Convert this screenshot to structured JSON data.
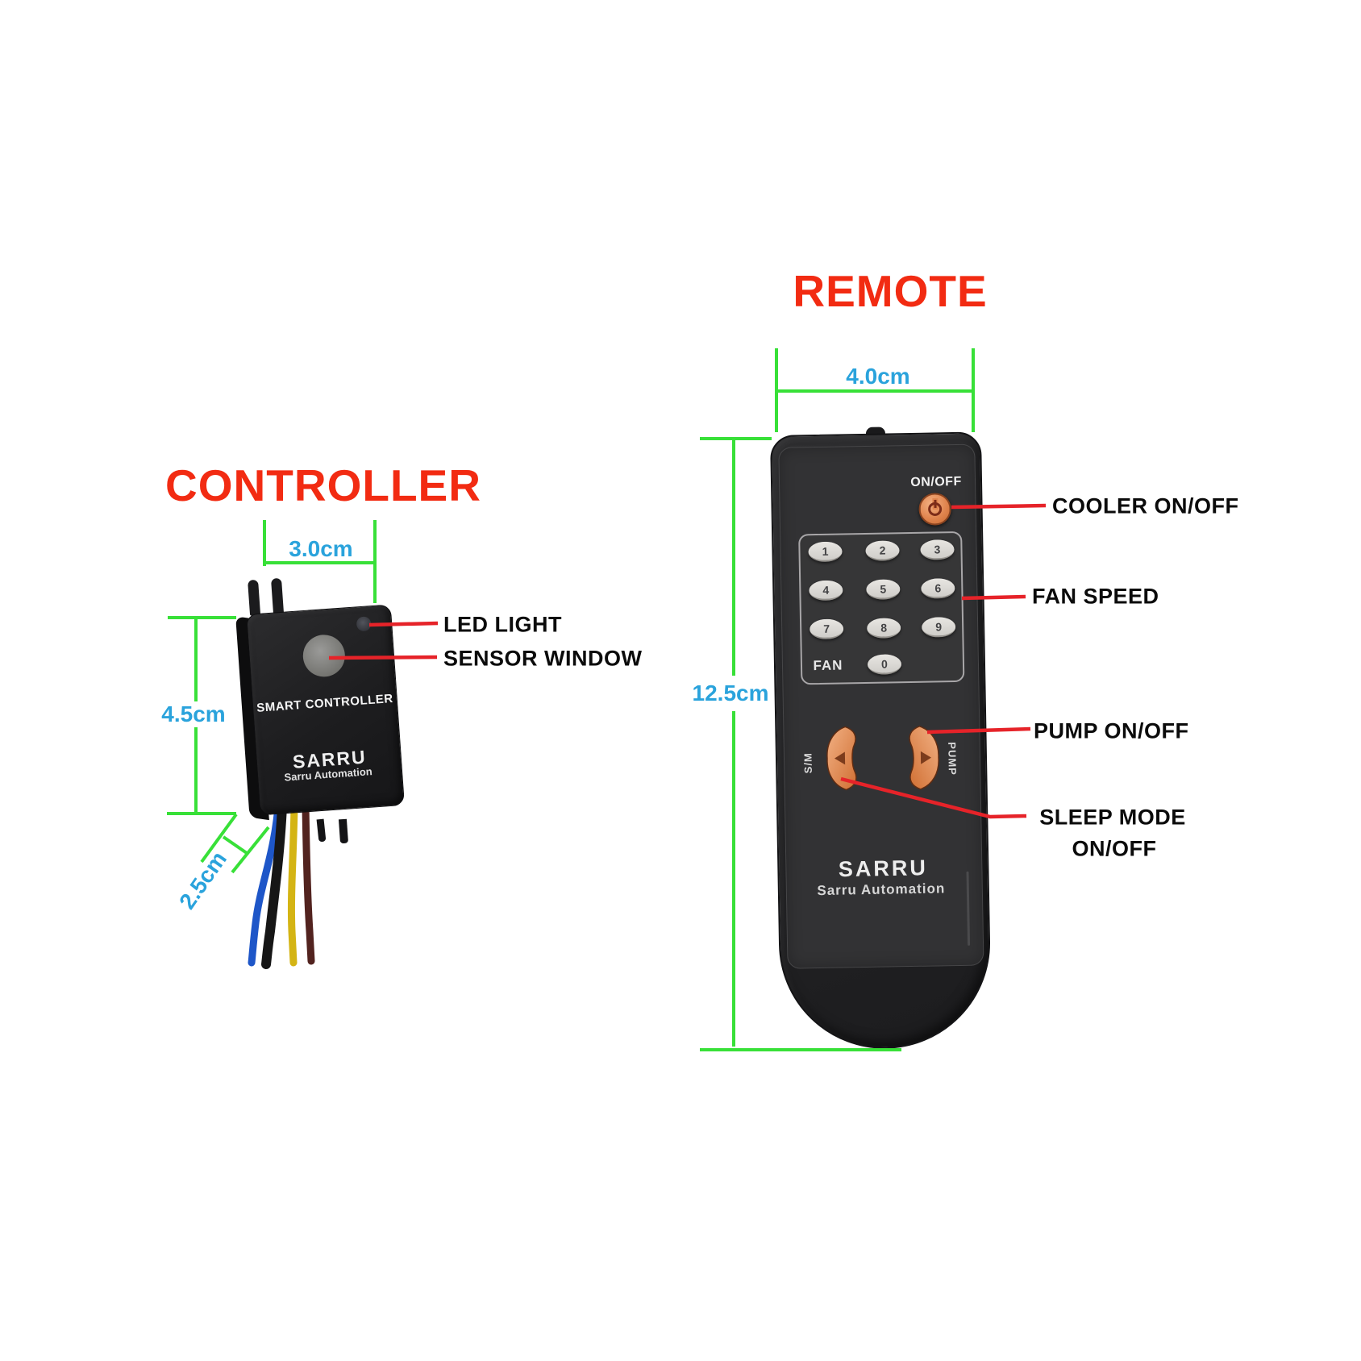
{
  "titles": {
    "controller": "CONTROLLER",
    "remote": "REMOTE"
  },
  "controller": {
    "dim_width": "3.0cm",
    "dim_height": "4.5cm",
    "dim_depth": "2.5cm",
    "panel_text": "SMART CONTROLLER",
    "brand": "SARRU",
    "brand_sub": "Sarru Automation",
    "labels": {
      "led": "LED LIGHT",
      "sensor": "SENSOR WINDOW"
    }
  },
  "remote": {
    "dim_width": "4.0cm",
    "dim_height": "12.5cm",
    "power_label": "ON/OFF",
    "keys": [
      "1",
      "2",
      "3",
      "4",
      "5",
      "6",
      "7",
      "8",
      "9",
      "0"
    ],
    "fan_label": "FAN",
    "sm_label": "S/M",
    "pump_label": "PUMP",
    "brand": "SARRU",
    "brand_sub": "Sarru Automation",
    "labels": {
      "cooler": "COOLER ON/OFF",
      "fan_speed": "FAN SPEED",
      "pump": "PUMP ON/OFF",
      "sleep_line1": "SLEEP MODE",
      "sleep_line2": "ON/OFF"
    }
  },
  "colors": {
    "title_red": "#f22b12",
    "dimension_cyan": "#2aa3dc",
    "line_green": "#38e038",
    "arrow_red": "#e62329",
    "button_orange": "#e0854f"
  }
}
